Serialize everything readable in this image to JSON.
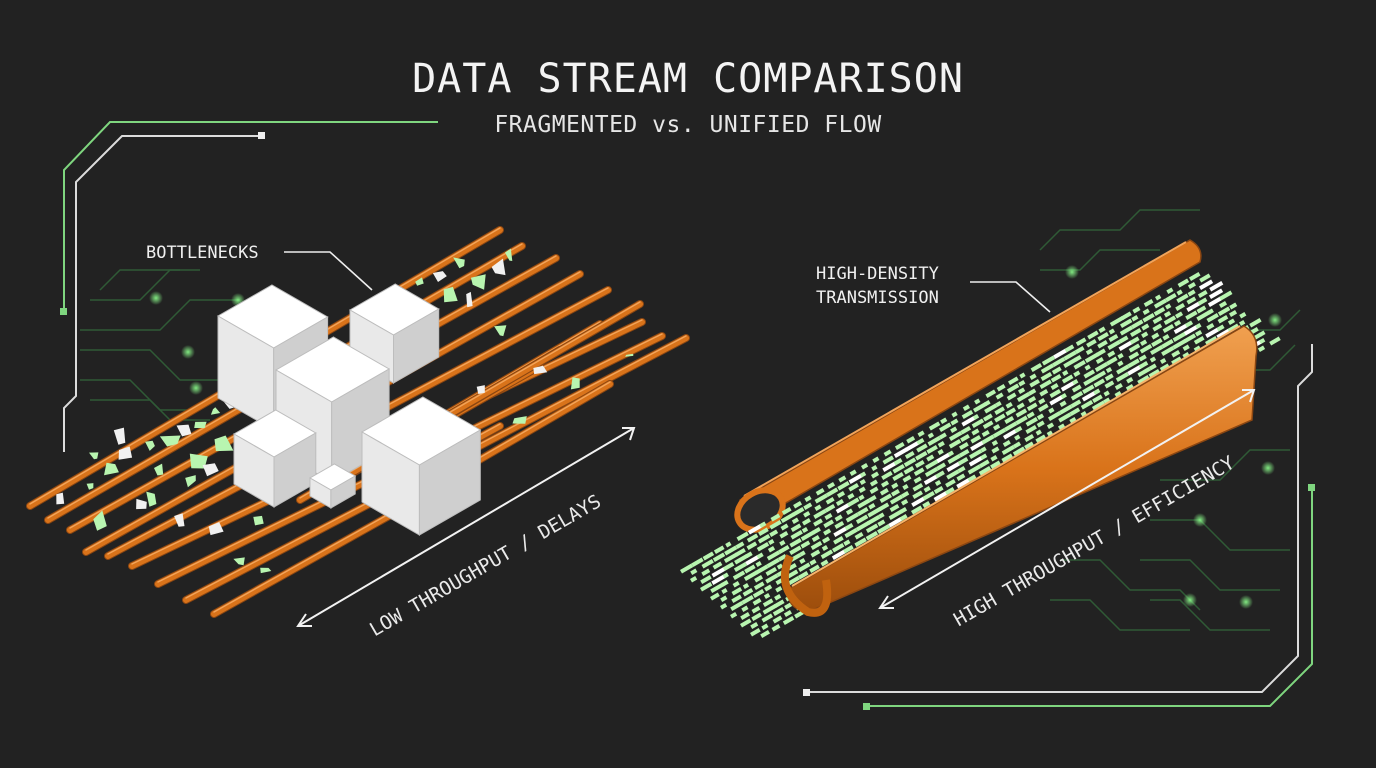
{
  "title": "DATA STREAM COMPARISON",
  "subtitle": "FRAGMENTED vs. UNIFIED FLOW",
  "left_panel": {
    "callout": "BOTTLENECKS",
    "axis_label": "LOW THROUGHPUT / DELAYS"
  },
  "right_panel": {
    "callout_line1": "HIGH-DENSITY",
    "callout_line2": "TRANSMISSION",
    "axis_label": "HIGH THROUGHPUT / EFFICIENCY"
  },
  "colors": {
    "background": "#222222",
    "pipe_orange": "#d9731a",
    "packet_green": "#b8f5b0",
    "circuit_green": "#6fd66f",
    "block_white": "#f1f1f1"
  }
}
